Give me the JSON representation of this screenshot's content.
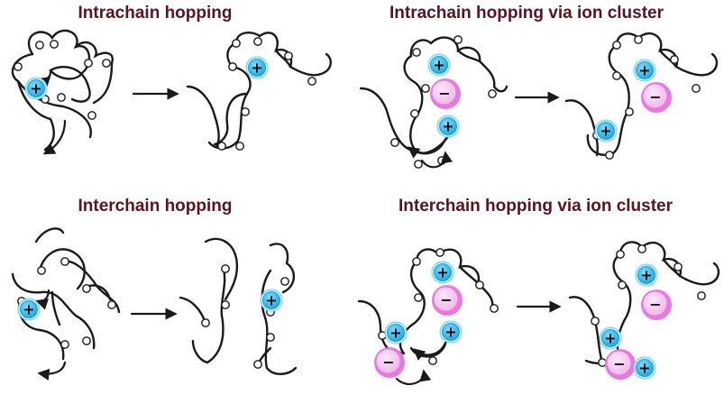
{
  "panels": [
    {
      "title": "Intrachain hopping"
    },
    {
      "title": "Intrachain hopping via ion cluster"
    },
    {
      "title": "Interchain hopping"
    },
    {
      "title": "Interchain hopping via ion cluster"
    }
  ],
  "symbols": {
    "cation": "+",
    "anion": "−"
  },
  "colors": {
    "title": "#5a1320",
    "chain": "#1a1a1a",
    "cation_fill": "#29b6ec",
    "cation_ring": "#bff0ff",
    "anion_fill": "#f7c8f1",
    "anion_ring": "#e879de"
  }
}
